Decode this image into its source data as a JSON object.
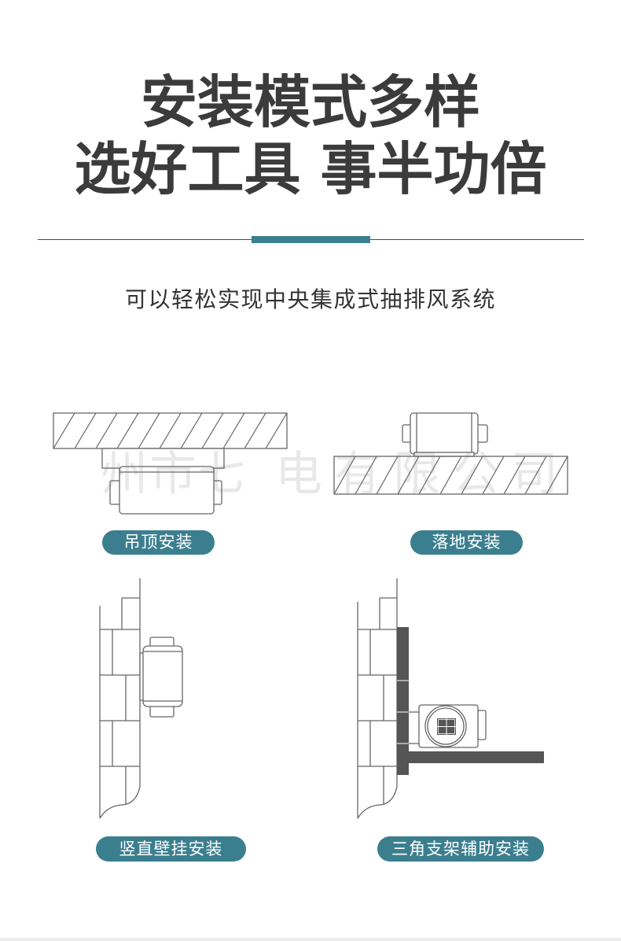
{
  "title": {
    "line1": "安装模式多样",
    "line2": "选好工具 事半功倍"
  },
  "subtitle": "可以轻松实现中央集成式抽排风系统",
  "install_modes": [
    {
      "label": "吊顶安装",
      "icon": "ceiling-mount-icon"
    },
    {
      "label": "落地安装",
      "icon": "floor-mount-icon"
    },
    {
      "label": "竖直壁挂安装",
      "icon": "vertical-wall-mount-icon"
    },
    {
      "label": "三角支架辅助安装",
      "icon": "triangle-bracket-mount-icon"
    }
  ],
  "watermark": {
    "part1": "州市七",
    "part2": "电有限公司"
  },
  "colors": {
    "accent": "#3b7f8f",
    "title": "#3b3b3b",
    "text": "#333333",
    "line": "#666666",
    "bracket": "#555555"
  }
}
